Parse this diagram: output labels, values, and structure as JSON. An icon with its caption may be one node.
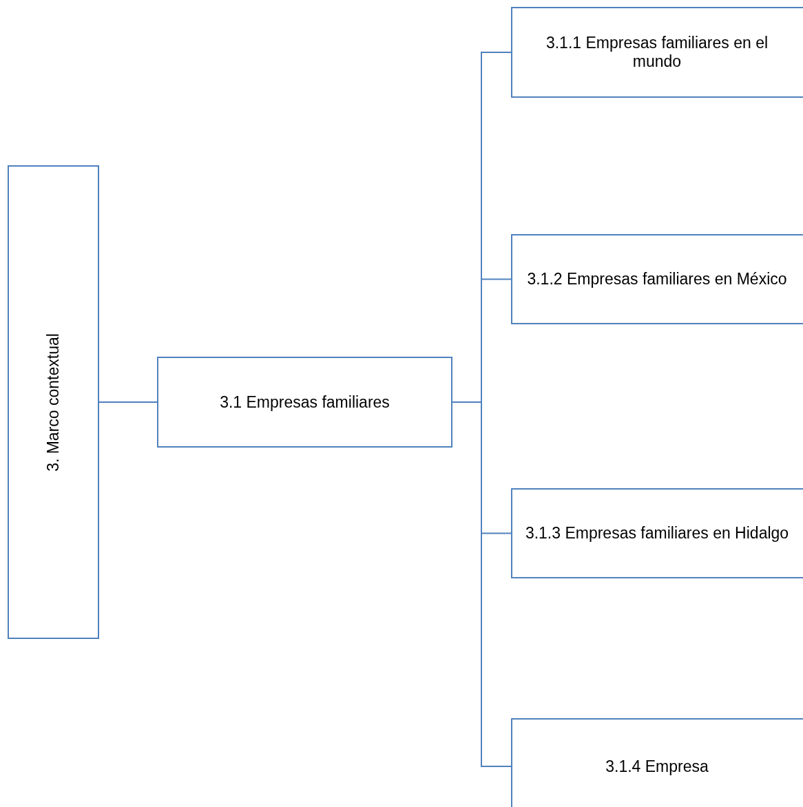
{
  "diagram": {
    "nodes": [
      {
        "text": [
          "3. Marco contextual"
        ]
      },
      {
        "text": [
          "3.1 Empresas familiares"
        ]
      },
      {
        "text": [
          "3.1.1 Empresas familiares en el mundo"
        ]
      },
      {
        "text": [
          "3.1.2 Empresas familiares en México"
        ]
      },
      {
        "text": [
          "3.1.3 Empresas familiares en Hidalgo"
        ]
      },
      {
        "text": [
          "3.1.4 Empresa"
        ]
      }
    ],
    "edges": [
      {
        "from": 0,
        "to": 1,
        "arrow": "none"
      },
      {
        "from": 1,
        "to": 2,
        "arrow": "none"
      },
      {
        "from": 1,
        "to": 3,
        "arrow": "none"
      },
      {
        "from": 1,
        "to": 4,
        "arrow": "none"
      },
      {
        "from": 1,
        "to": 5,
        "arrow": "none"
      }
    ]
  }
}
